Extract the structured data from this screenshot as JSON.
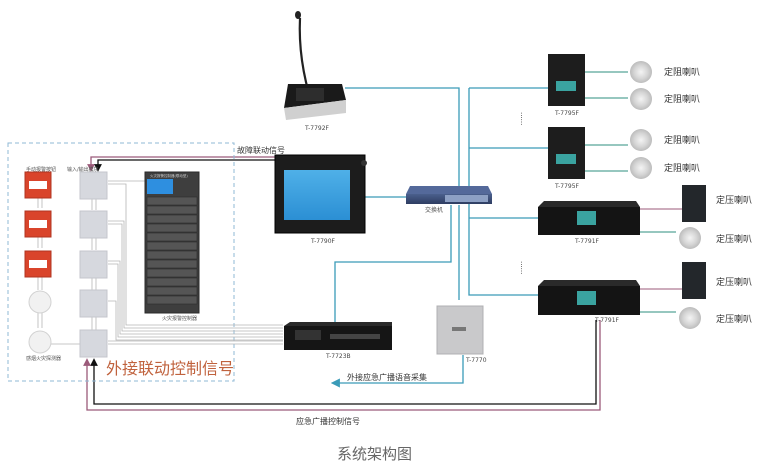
{
  "caption": "系统架构图",
  "colors": {
    "network_line": "#3a9bb8",
    "control_line_pink": "#9b5a7a",
    "control_line_black": "#111111",
    "speaker_line_teal": "#2d8f7f",
    "speaker_line_pink": "#9b5a7a",
    "fire_group_border": "#8fb8d6",
    "big_label": "#c0623d",
    "caption": "#666666"
  },
  "fire_group": {
    "label": "外接联动控制信号",
    "manual_alarm_label": "手动报警按钮",
    "io_module_label": "输入/输出模块",
    "smoke_detector_label": "感烟火灾探测器",
    "fire_panel_label": "火灾报警控制器",
    "fire_panel_title": "火灾报警控制器(联动型)"
  },
  "devices": {
    "paging_mic": "T-7792F",
    "host": "T-7790F",
    "switch": "交换机",
    "amp_matrix": "T-7723B",
    "collector": "T-7770",
    "wall_terminal_1": "T-7795F",
    "wall_terminal_2": "T-7795F",
    "rack_terminal_1": "T-7791F",
    "rack_terminal_2": "T-7791F"
  },
  "speakers": {
    "fixed_impedance": [
      "定阻喇叭",
      "定阻喇叭",
      "定阻喇叭",
      "定阻喇叭"
    ],
    "constant_voltage": [
      "定压喇叭",
      "定压喇叭",
      "定压喇叭",
      "定压喇叭"
    ]
  },
  "signals": {
    "fault_linkage": "故障联动信号",
    "external_voice_capture": "外接应急广播语音采集",
    "emergency_control": "应急广播控制信号"
  },
  "ellipsis": "······"
}
